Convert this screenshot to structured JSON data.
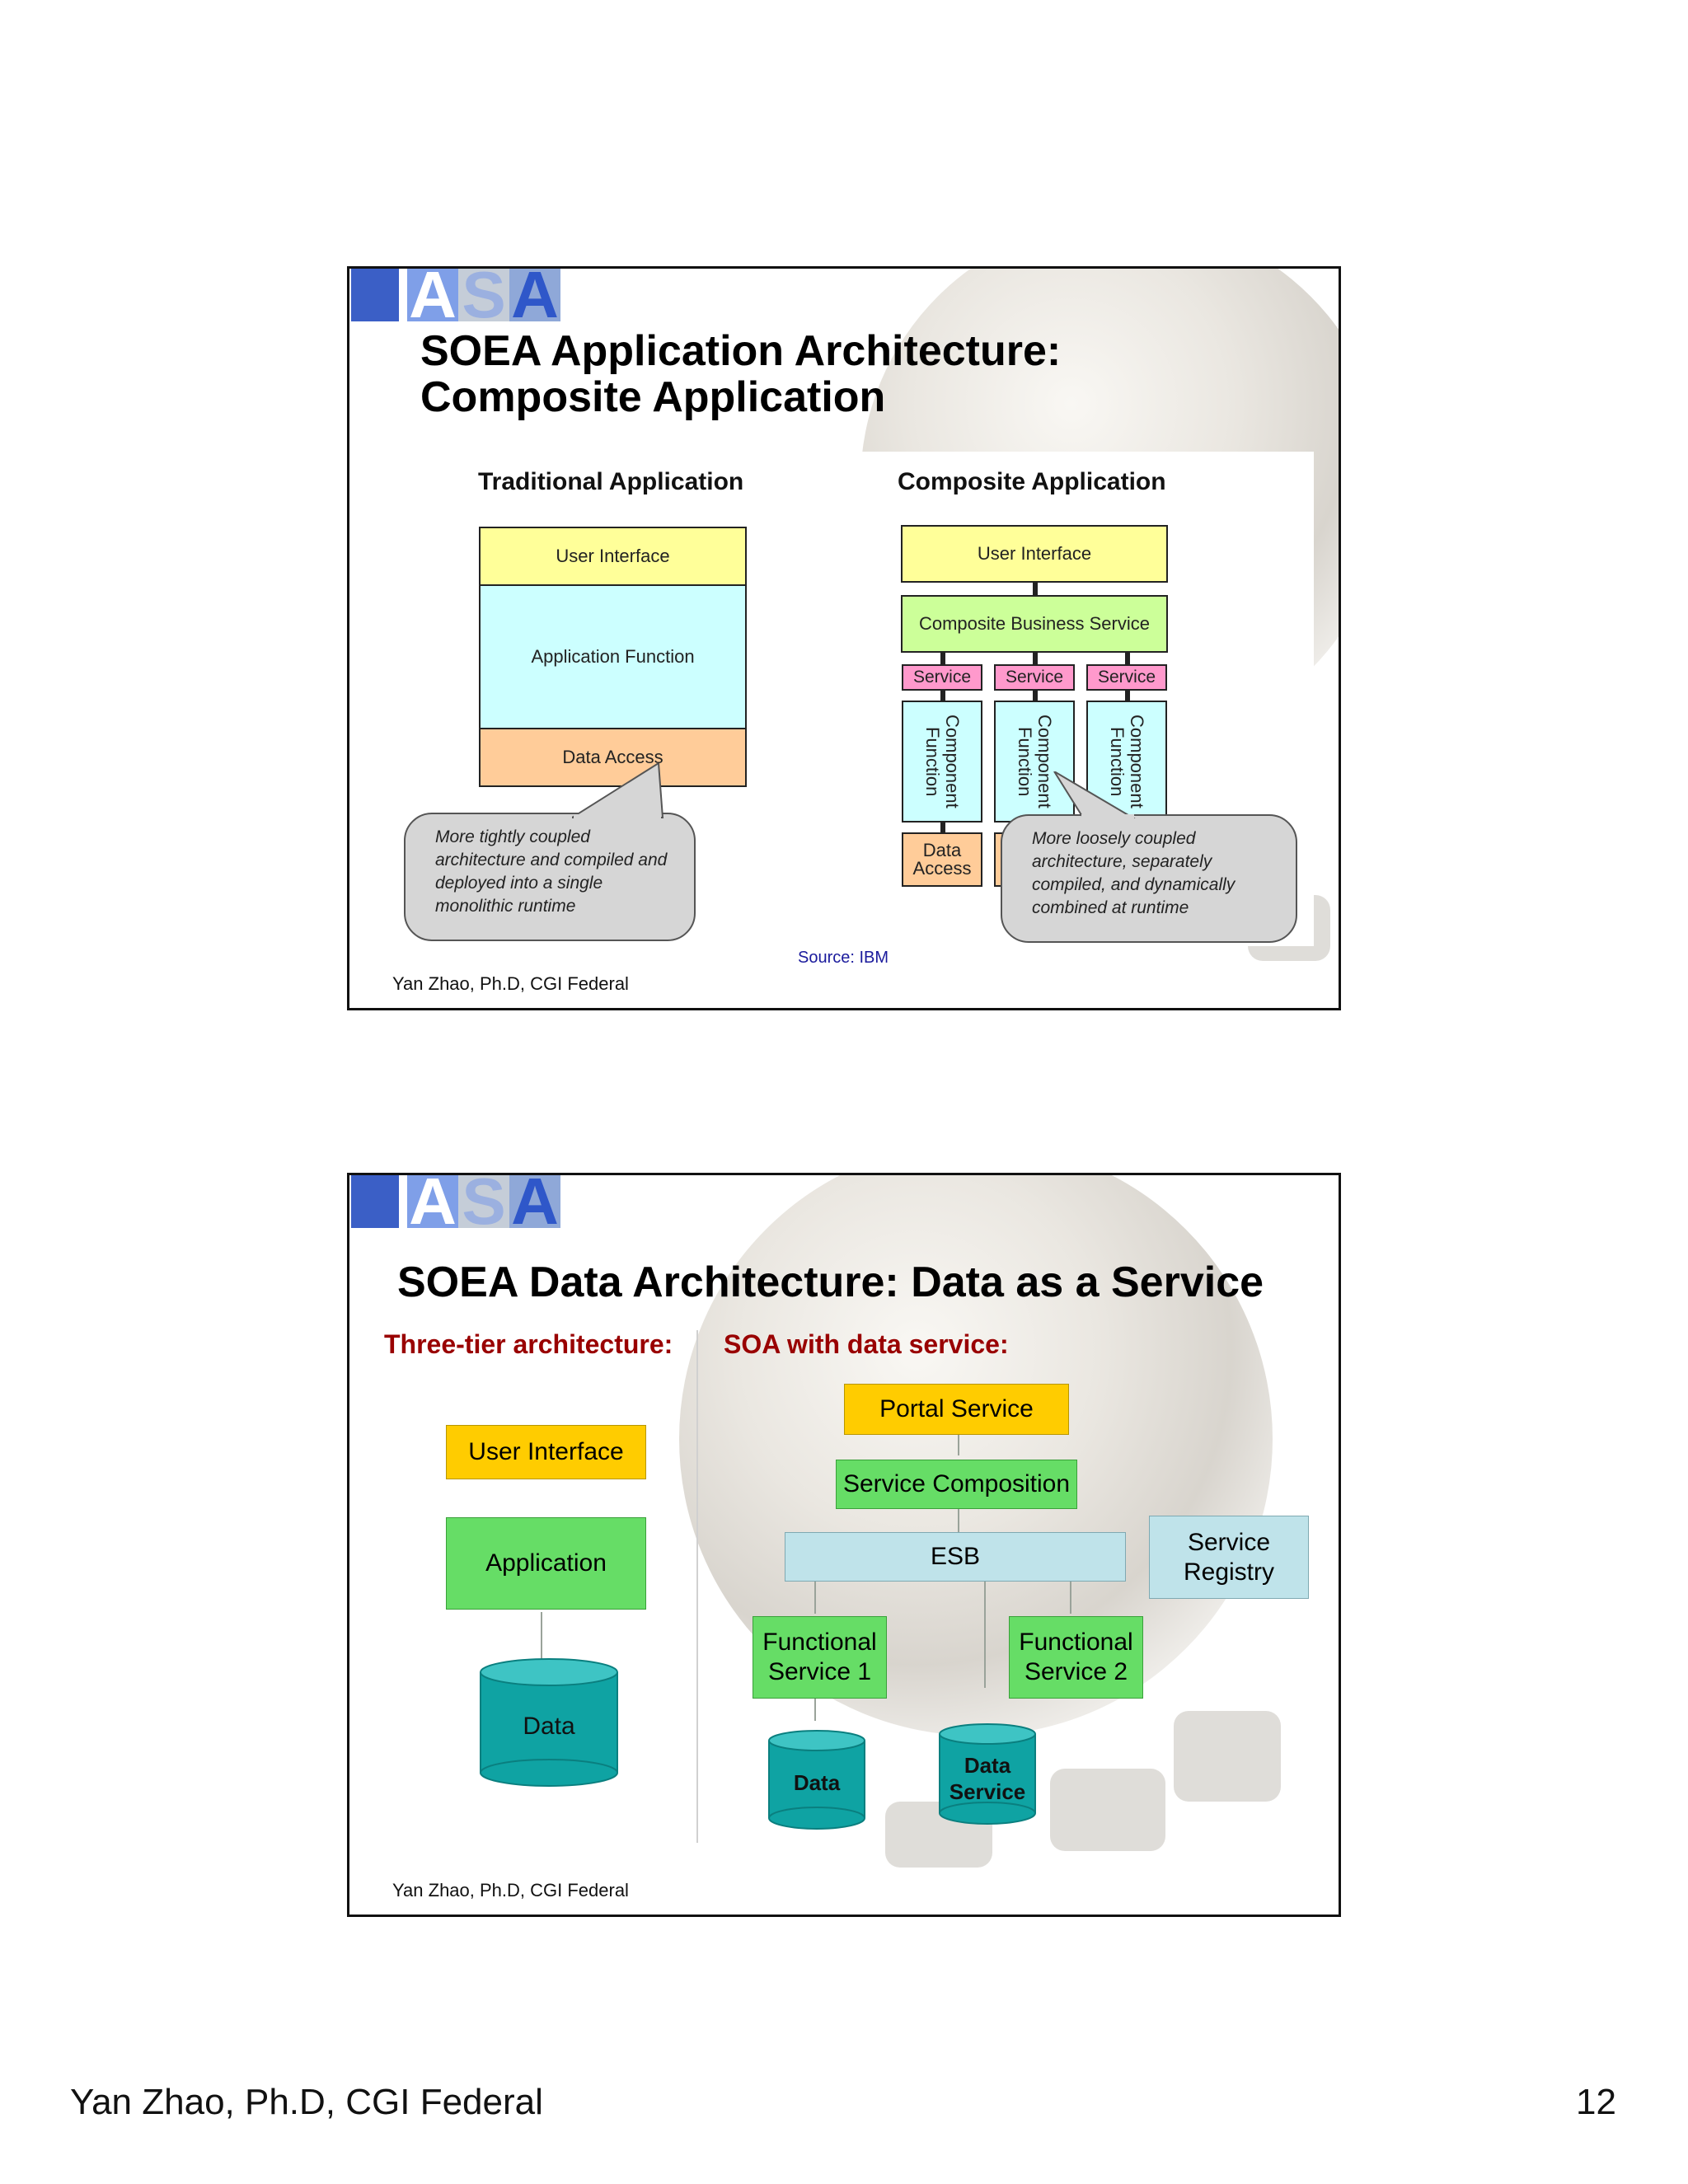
{
  "slide1": {
    "logo_letters": [
      "A",
      "S",
      "A"
    ],
    "title_line1": "SOEA Application Architecture:",
    "title_line2": "Composite Application",
    "traditional": {
      "heading": "Traditional Application",
      "user_interface": "User Interface",
      "application_function": "Application Function",
      "data_access": "Data Access",
      "bubble": "More tightly coupled architecture and compiled and deployed into a single monolithic runtime"
    },
    "composite": {
      "heading": "Composite Application",
      "user_interface": "User Interface",
      "composite_business_service": "Composite Business Service",
      "services": [
        "Service",
        "Service",
        "Service"
      ],
      "component_function": "Component Function",
      "data_access": "Data Access",
      "bubble": "More loosely coupled architecture, separately compiled, and dynamically combined at runtime"
    },
    "source": "Source: IBM",
    "footer": "Yan Zhao, Ph.D, CGI Federal",
    "colors": {
      "yellow": "#ffff99",
      "cyan": "#ccffff",
      "orange": "#ffcc99",
      "green": "#ccff99",
      "pink": "#ff99cc"
    }
  },
  "slide2": {
    "logo_letters": [
      "A",
      "S",
      "A"
    ],
    "title": "SOEA Data Architecture: Data as a Service",
    "left_heading": "Three-tier architecture:",
    "right_heading": "SOA with data service:",
    "three_tier": {
      "user_interface": "User Interface",
      "application": "Application",
      "data": "Data"
    },
    "soa": {
      "portal_service": "Portal Service",
      "service_composition": "Service Composition",
      "esb": "ESB",
      "service_registry": "Service Registry",
      "functional_service_1": "Functional Service 1",
      "functional_service_2": "Functional Service 2",
      "data": "Data",
      "data_service": "Data Service"
    },
    "footer": "Yan Zhao, Ph.D, CGI Federal",
    "colors": {
      "gold": "#ffcc00",
      "green": "#66dd66",
      "lightblue": "#bfe3ea",
      "teal": "#0fa3a3",
      "heading": "#990000"
    }
  },
  "page_footer": {
    "author": "Yan Zhao, Ph.D, CGI Federal",
    "page_number": "12"
  }
}
